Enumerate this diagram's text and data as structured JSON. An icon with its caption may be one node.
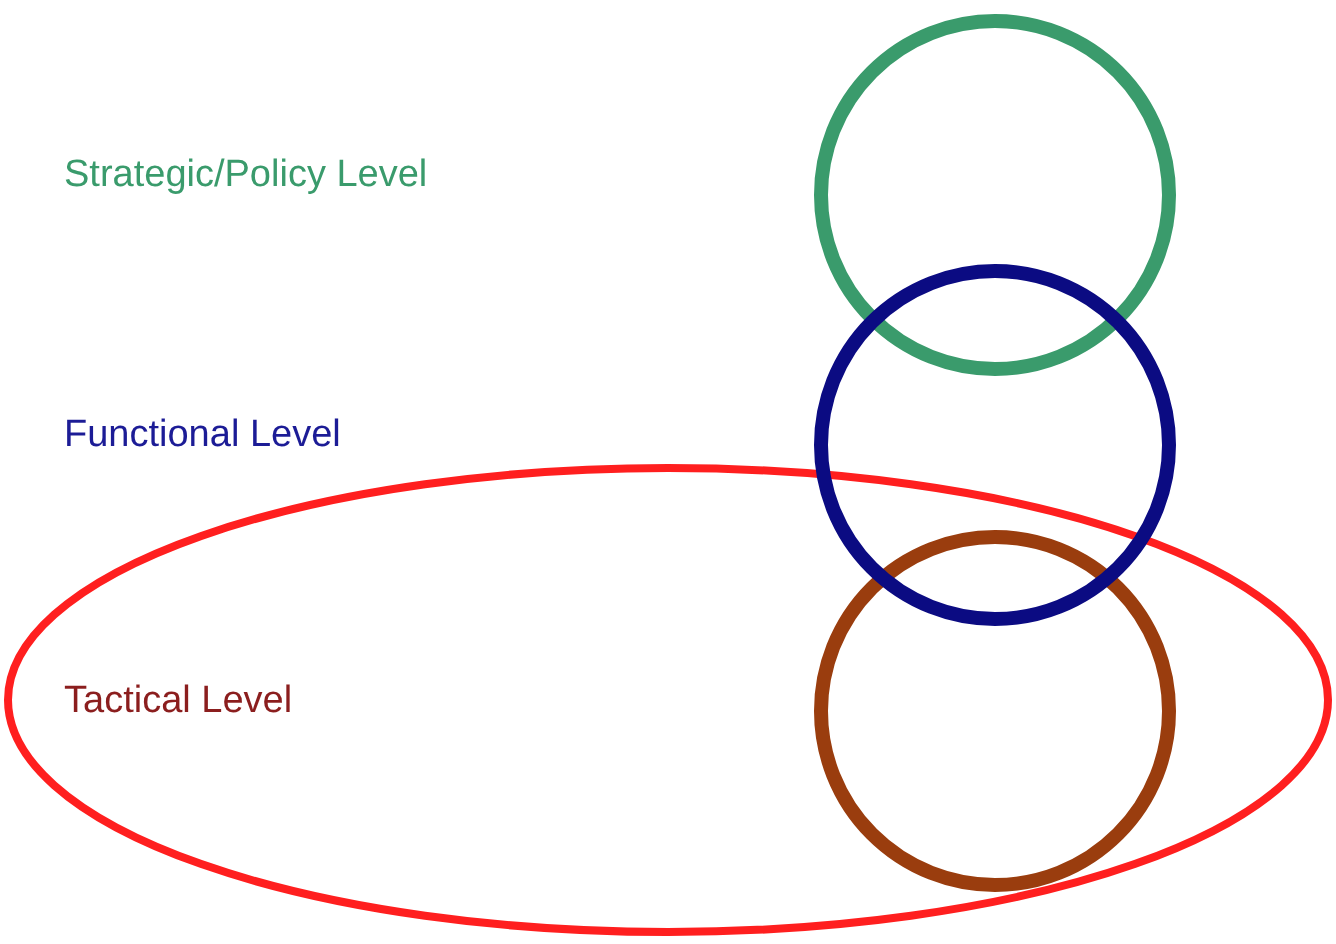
{
  "diagram": {
    "nodes": [
      {
        "text": [],
        "shape": "circle"
      },
      {
        "text": [],
        "shape": "circle"
      },
      {
        "text": [],
        "shape": "ellipse"
      },
      {
        "text": [],
        "shape": "circle",
        "in": 2
      }
    ],
    "labels": [
      "Strategic/Policy Level",
      "Functional Level",
      "Tactical Level"
    ]
  }
}
